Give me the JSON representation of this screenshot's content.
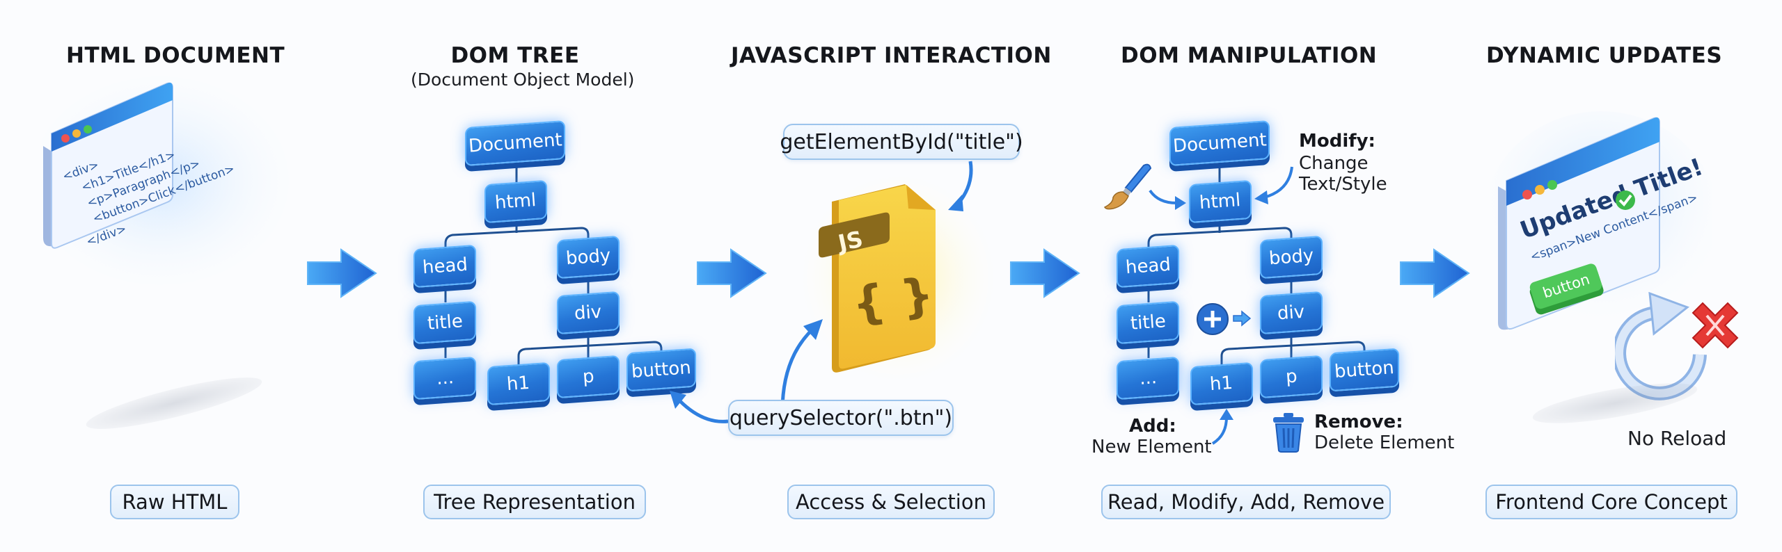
{
  "sections": [
    {
      "heading": "HTML DOCUMENT",
      "caption": "Raw HTML",
      "code_lines": [
        "<div>",
        "<h1>Title</h1>",
        "<p>Paragraph</p>",
        "<button>Click</button>",
        "</div>"
      ]
    },
    {
      "heading": "DOM TREE",
      "subheading": "(Document Object Model)",
      "caption": "Tree Representation",
      "tree": {
        "root": "Document",
        "html": "html",
        "head": "head",
        "title": "title",
        "ellipsis": "...",
        "body": "body",
        "div": "div",
        "h1": "h1",
        "p": "p",
        "button": "button"
      }
    },
    {
      "heading": "JAVASCRIPT INTERACTION",
      "caption": "Access & Selection",
      "method_top": "getElementById(\"title\")",
      "method_bottom": "querySelector(\".btn\")",
      "file_badge": "JS",
      "file_glyph": "{ }"
    },
    {
      "heading": "DOM MANIPULATION",
      "caption": "Read, Modify, Add, Remove",
      "tree": {
        "root": "Document",
        "html": "html",
        "head": "head",
        "title": "title",
        "ellipsis": "...",
        "body": "body",
        "div": "div",
        "h1": "h1",
        "p": "p",
        "button": "button"
      },
      "modify_label": "Modify:",
      "modify_text_1": "Change",
      "modify_text_2": "Text/Style",
      "add_label": "Add:",
      "add_text": "New Element",
      "remove_label": "Remove:",
      "remove_text": "Delete Element"
    },
    {
      "heading": "DYNAMIC UPDATES",
      "caption": "Frontend Core Concept",
      "updated_title": "Updated Title!",
      "span_line": "<span>New Content</span>",
      "button_label": "button",
      "no_reload": "No Reload"
    }
  ],
  "colors": {
    "accent_blue": "#2575d6",
    "js_yellow": "#f2c12e",
    "success_green": "#3cb94a",
    "error_red": "#e53935"
  }
}
